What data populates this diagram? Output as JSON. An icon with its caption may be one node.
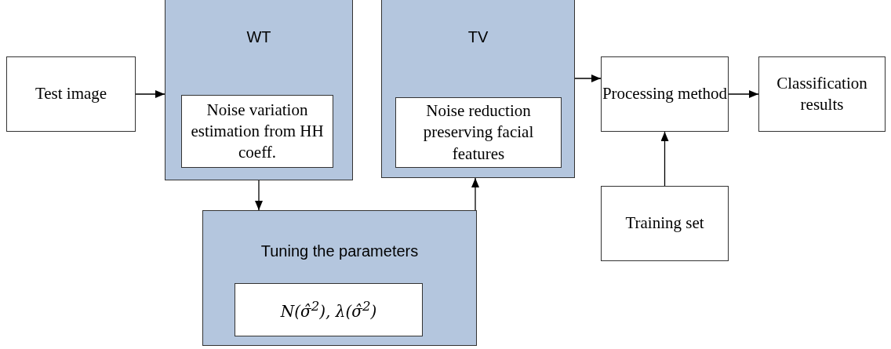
{
  "diagram": {
    "nodes": [
      {
        "text": [
          "Test image"
        ]
      },
      {
        "text": [
          "WT"
        ]
      },
      {
        "text": [
          "Noise variation estimation from HH coeff."
        ],
        "in": 1
      },
      {
        "text": [
          "TV"
        ]
      },
      {
        "text": [
          "Noise reduction preserving facial features"
        ],
        "in": 3
      },
      {
        "text": [
          "Processing method"
        ]
      },
      {
        "text": [
          "Classification results"
        ]
      },
      {
        "text": [
          "Tuning the parameters"
        ]
      },
      {
        "text": [
          "N(σ̂$^{2}$),  λ(σ̂$^{2}$)"
        ],
        "in": 7
      },
      {
        "text": [
          "Training set"
        ]
      }
    ],
    "edges": [
      {
        "from": 0,
        "to": 1,
        "arrow": "to"
      },
      {
        "from": 1,
        "to": 7,
        "arrow": "to"
      },
      {
        "from": 7,
        "to": 3,
        "arrow": "to"
      },
      {
        "from": 3,
        "to": 5,
        "arrow": "to"
      },
      {
        "from": 5,
        "to": 6,
        "arrow": "to"
      },
      {
        "from": 9,
        "to": 5,
        "arrow": "to"
      }
    ]
  }
}
